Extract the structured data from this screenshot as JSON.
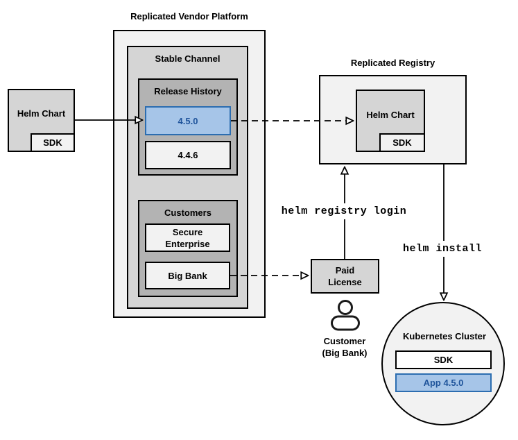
{
  "colors": {
    "container_light": "#f2f2f2",
    "node_medium": "#d5d5d5",
    "group_dark": "#b3b3b3",
    "highlight_blue_fill": "#a6c5e8",
    "highlight_blue_border": "#2c6db0",
    "highlight_blue_text": "#1f549b",
    "line_black": "#000000"
  },
  "platform": {
    "title": "Replicated Vendor Platform",
    "stable_channel": {
      "title": "Stable Channel",
      "release_history": {
        "title": "Release History",
        "releases": [
          {
            "version": "4.5.0",
            "highlighted": true
          },
          {
            "version": "4.4.6",
            "highlighted": false
          }
        ]
      },
      "customers": {
        "title": "Customers",
        "items": [
          {
            "name": "Secure\nEnterprise"
          },
          {
            "name": "Big Bank"
          }
        ]
      }
    }
  },
  "vendor_chart": {
    "label": "Helm Chart",
    "sdk_label": "SDK"
  },
  "registry": {
    "title": "Replicated Registry",
    "chart_label": "Helm Chart",
    "sdk_label": "SDK"
  },
  "license": {
    "label": "Paid\nLicense"
  },
  "customer": {
    "caption": "Customer\n(Big Bank)",
    "icon": "person-icon"
  },
  "commands": {
    "registry_login": "helm registry login",
    "install": "helm install"
  },
  "cluster": {
    "title": "Kubernetes Cluster",
    "sdk_label": "SDK",
    "app_label": "App 4.5.0"
  }
}
